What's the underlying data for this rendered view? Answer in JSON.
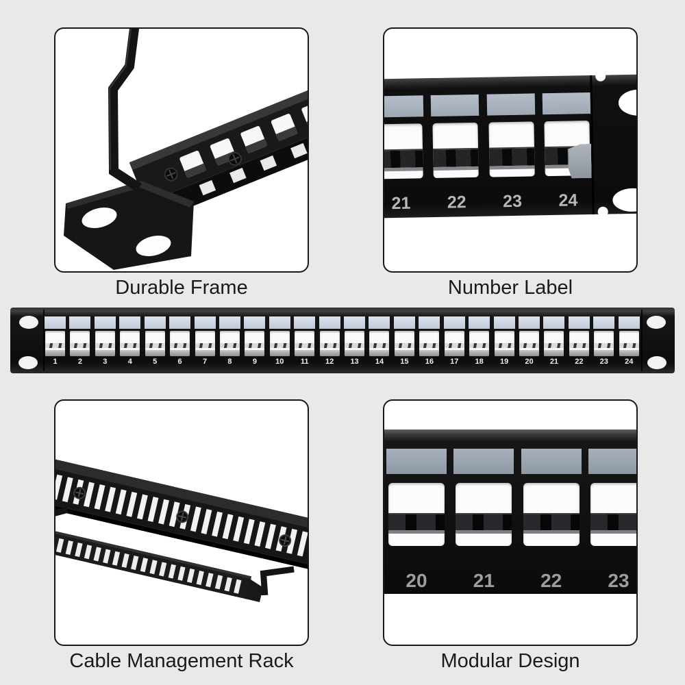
{
  "colors": {
    "page_background": "#e9e9e9",
    "photo_box_background": "#ffffff",
    "photo_box_border": "#191919",
    "panel_black": "#111111",
    "label_strip_blue_gray": "#c3cdda",
    "closeup_label_gray": "#a2acb9",
    "port_number_white": "#f1f1f1",
    "port_number_gray": "#a8a8a8",
    "caption_text": "#1a1a1a"
  },
  "captions": {
    "top_left": "Durable Frame",
    "top_right": "Number Label",
    "bottom_left": "Cable Management Rack",
    "bottom_right": "Modular Design"
  },
  "main_panel": {
    "ports": [
      "1",
      "2",
      "3",
      "4",
      "5",
      "6",
      "7",
      "8",
      "9",
      "10",
      "11",
      "12",
      "13",
      "14",
      "15",
      "16",
      "17",
      "18",
      "19",
      "20",
      "21",
      "22",
      "23",
      "24"
    ]
  },
  "number_label_closeup": {
    "ports": [
      "21",
      "22",
      "23",
      "24"
    ]
  },
  "modular_design_closeup": {
    "ports": [
      "20",
      "21",
      "22",
      "23"
    ]
  }
}
